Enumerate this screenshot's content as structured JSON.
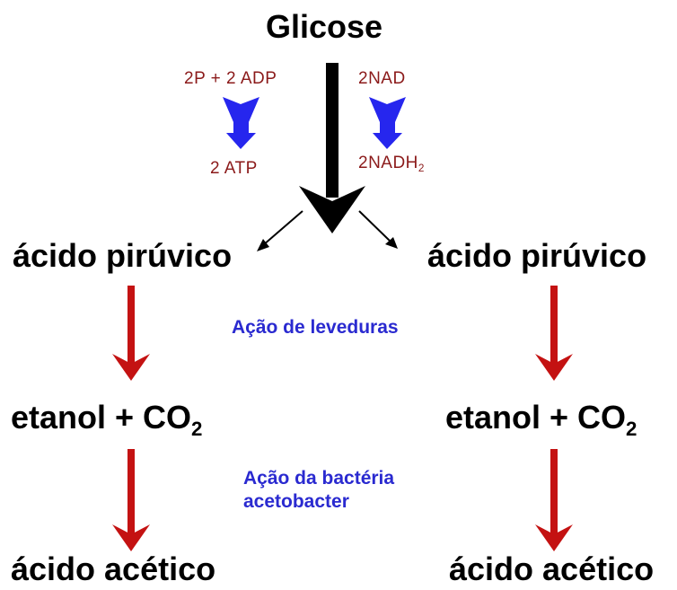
{
  "top": {
    "glucose": "Glicose"
  },
  "left_cofactor": {
    "input": "2P + 2 ADP",
    "output": "2 ATP"
  },
  "right_cofactor": {
    "input": "2NAD",
    "output_main": "2NADH",
    "output_sub": "2"
  },
  "pyruvate_left": "ácido pirúvico",
  "pyruvate_right": "ácido pirúvico",
  "yeast_action": "Ação de leveduras",
  "ethanol_left": {
    "main": "etanol + CO",
    "sub": "2"
  },
  "ethanol_right": {
    "main": "etanol + CO",
    "sub": "2"
  },
  "bacteria_action": {
    "line1": "Ação da bactéria",
    "line2": "acetobacter"
  },
  "acetic_left": "ácido acético",
  "acetic_right": "ácido acético",
  "colors": {
    "main_arrow": "#000000",
    "cofactor_arrow": "#2626ee",
    "step_arrow": "#c41212",
    "cofactor_text": "#8b1a1a",
    "note_text": "#2a2ad0"
  }
}
